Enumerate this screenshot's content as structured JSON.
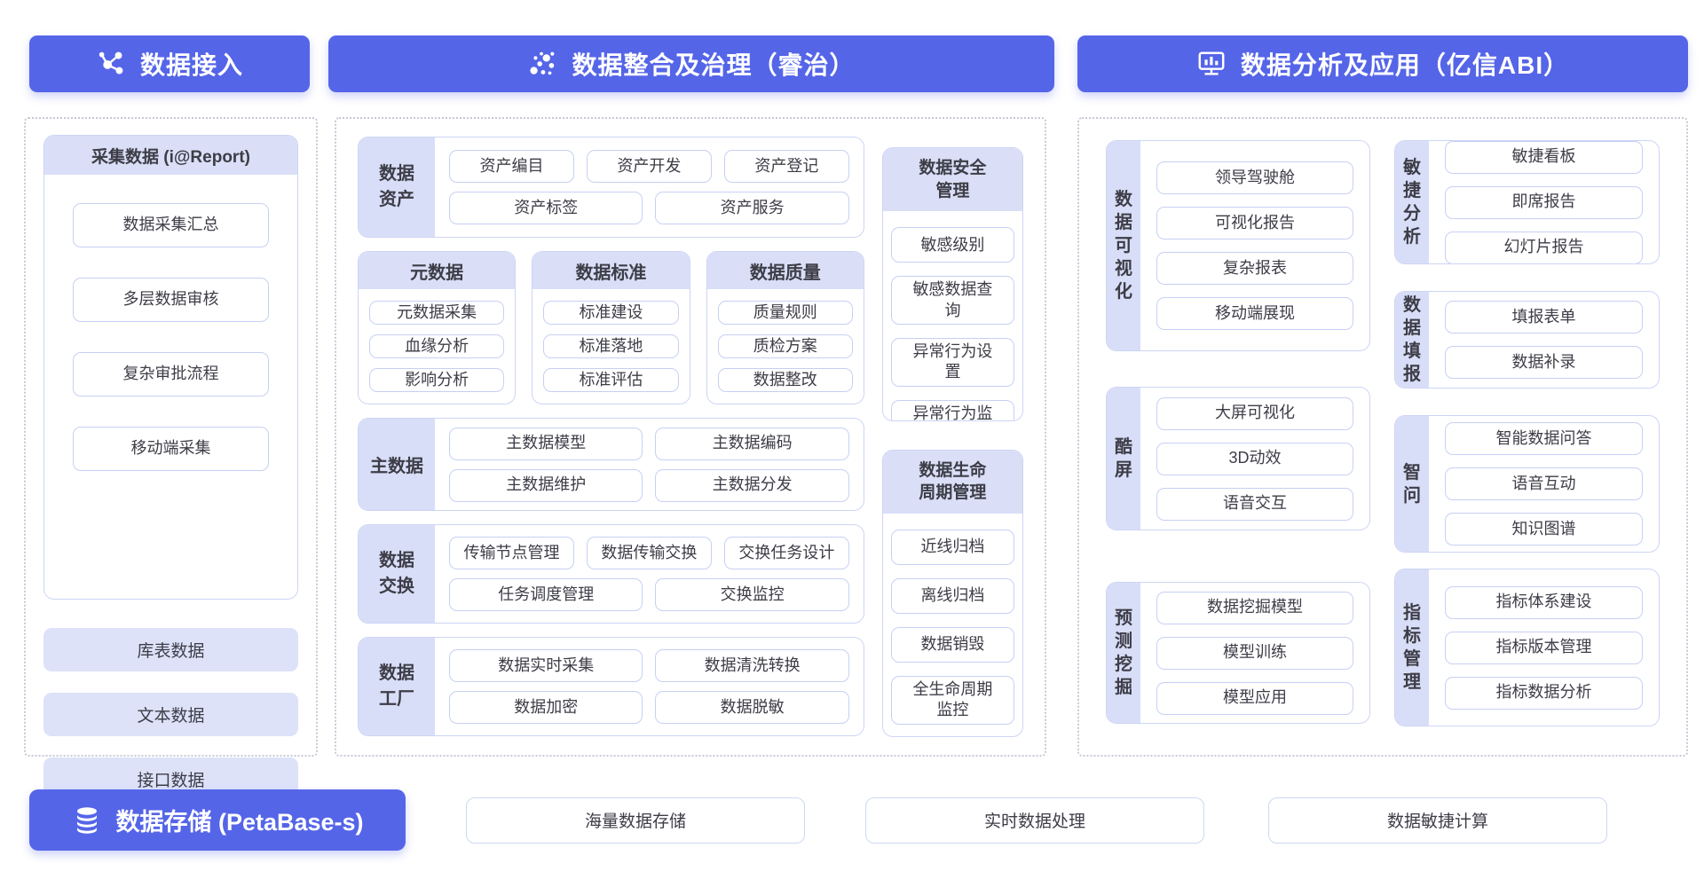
{
  "palette": {
    "accent_blue": "#5565e8",
    "lavender": "#dadff7",
    "pill_border": "#c7d0f3",
    "card_border": "#cdd5f5",
    "text": "#3d3d47"
  },
  "top_headers": [
    {
      "label": "数据接入",
      "icon": "share-nodes-icon"
    },
    {
      "label": "数据整合及治理（睿治）",
      "icon": "dot-cluster-icon"
    },
    {
      "label": "数据分析及应用（亿信ABI）",
      "icon": "monitor-chart-icon"
    }
  ],
  "left": {
    "card_title": "采集数据 (i@Report)",
    "card_items": [
      "数据采集汇总",
      "多层数据审核",
      "复杂审批流程",
      "移动端采集"
    ],
    "pills": [
      "库表数据",
      "文本数据",
      "接口数据"
    ]
  },
  "middle": {
    "asset": {
      "label": "数据资产",
      "row1": [
        "资产编目",
        "资产开发",
        "资产登记"
      ],
      "row2": [
        "资产标签",
        "资产服务"
      ]
    },
    "meta": {
      "title": "元数据",
      "items": [
        "元数据采集",
        "血缘分析",
        "影响分析"
      ]
    },
    "standard": {
      "title": "数据标准",
      "items": [
        "标准建设",
        "标准落地",
        "标准评估"
      ]
    },
    "quality": {
      "title": "数据质量",
      "items": [
        "质量规则",
        "质检方案",
        "数据整改"
      ]
    },
    "master": {
      "label": "主数据",
      "row1": [
        "主数据模型",
        "主数据编码"
      ],
      "row2": [
        "主数据维护",
        "主数据分发"
      ]
    },
    "exchange": {
      "label": "数据交换",
      "row1": [
        "传输节点管理",
        "数据传输交换",
        "交换任务设计"
      ],
      "row2": [
        "任务调度管理",
        "交换监控"
      ]
    },
    "factory": {
      "label": "数据工厂",
      "row1": [
        "数据实时采集",
        "数据清洗转换"
      ],
      "row2": [
        "数据加密",
        "数据脱敏"
      ]
    },
    "security": {
      "title": "数据安全管理",
      "items": [
        "敏感级别",
        "敏感数据查询",
        "异常行为设置",
        "异常行为监控"
      ]
    },
    "lifecycle": {
      "title": "数据生命周期管理",
      "items": [
        "近线归档",
        "离线归档",
        "数据销毁",
        "全生命周期监控"
      ]
    }
  },
  "right": {
    "visualization": {
      "label": "数据可视化",
      "items": [
        "领导驾驶舱",
        "可视化报告",
        "复杂报表",
        "移动端展现"
      ]
    },
    "coolscreen": {
      "label": "酷屏",
      "items": [
        "大屏可视化",
        "3D动效",
        "语音交互"
      ]
    },
    "mining": {
      "label": "预测挖掘",
      "items": [
        "数据挖掘模型",
        "模型训练",
        "模型应用"
      ]
    },
    "agile": {
      "label": "敏捷分析",
      "items": [
        "敏捷看板",
        "即席报告",
        "幻灯片报告"
      ]
    },
    "filling": {
      "label": "数据填报",
      "items": [
        "填报表单",
        "数据补录"
      ]
    },
    "zhiwen": {
      "label": "智问",
      "items": [
        "智能数据问答",
        "语音互动",
        "知识图谱"
      ]
    },
    "indicator": {
      "label": "指标管理",
      "items": [
        "指标体系建设",
        "指标版本管理",
        "指标数据分析"
      ]
    }
  },
  "bottom": {
    "storage_label": "数据存储 (PetaBase-s)",
    "storage_icon": "database-icon",
    "pills": [
      "海量数据存储",
      "实时数据处理",
      "数据敏捷计算"
    ]
  }
}
